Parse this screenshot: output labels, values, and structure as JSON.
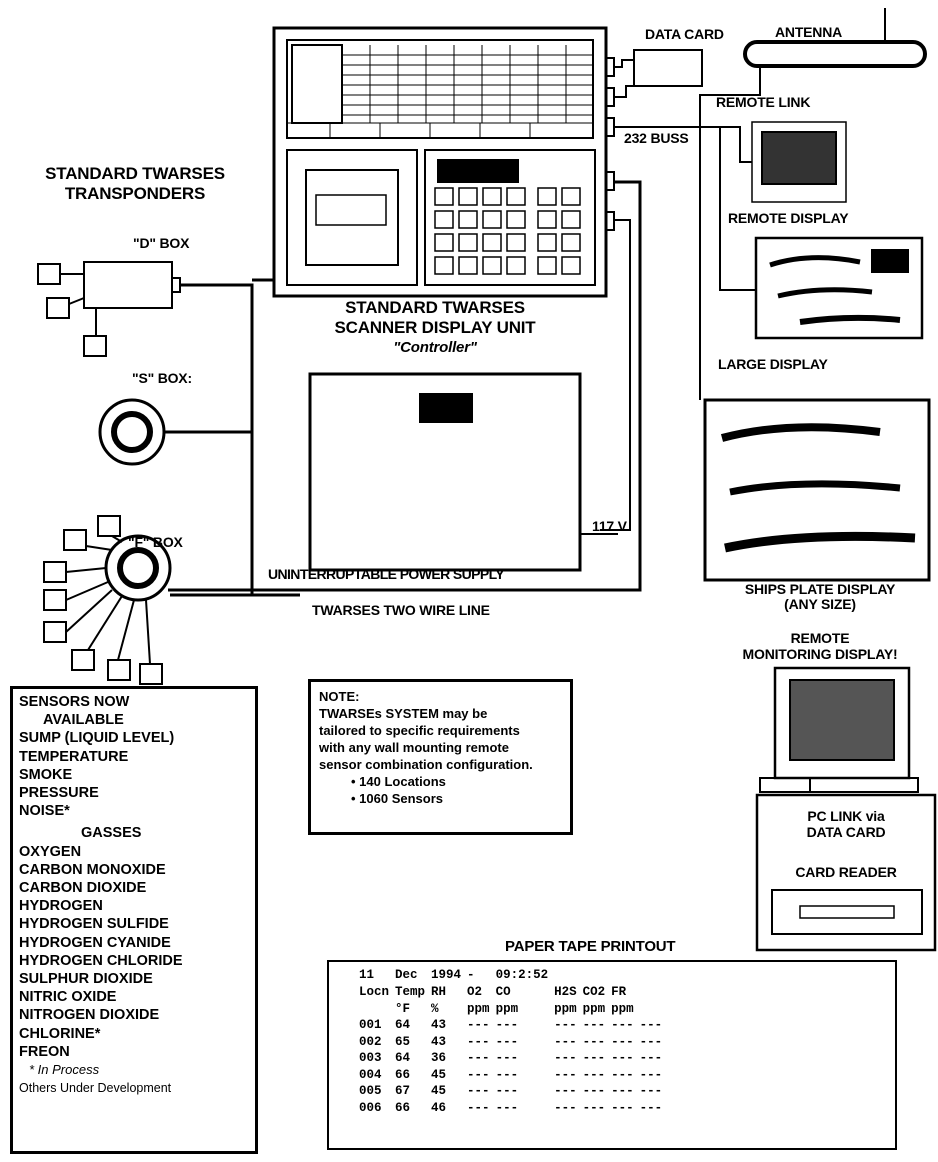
{
  "top_labels": {
    "data_card": "DATA CARD",
    "antenna": "ANTENNA",
    "remote_link": "REMOTE LINK",
    "bus_232": "232 BUSS",
    "remote_display": "REMOTE DISPLAY",
    "large_display": "LARGE DISPLAY",
    "ships_plate_display": [
      "SHIPS PLATE DISPLAY",
      "(ANY SIZE)"
    ],
    "remote_monitoring_display": [
      "REMOTE",
      "MONITORING DISPLAY!"
    ],
    "pc_link": [
      "PC LINK via",
      "DATA CARD"
    ],
    "card_reader": "CARD READER"
  },
  "transponders": {
    "title": [
      "STANDARD TWARSES",
      "TRANSPONDERS"
    ],
    "d_box": "\"D\" BOX",
    "s_box": "\"S\" BOX:",
    "f_box": "\"F\" BOX"
  },
  "scanner": {
    "title": [
      "STANDARD TWARSES",
      "SCANNER DISPLAY UNIT"
    ],
    "subtitle": "\"Controller\""
  },
  "ups": {
    "label": "UNINTERRUPTABLE POWER SUPPLY",
    "voltage": "117 V"
  },
  "two_wire_line": "TWARSES TWO WIRE LINE",
  "sensors": {
    "header": [
      "SENSORS NOW",
      "AVAILABLE"
    ],
    "items": [
      "SUMP (LIQUID LEVEL)",
      "TEMPERATURE",
      "SMOKE",
      "PRESSURE",
      "NOISE*"
    ],
    "gasses_header": "GASSES",
    "gasses": [
      "OXYGEN",
      "CARBON MONOXIDE",
      "CARBON DIOXIDE",
      "HYDROGEN",
      "HYDROGEN SULFIDE",
      "HYDROGEN CYANIDE",
      "HYDROGEN CHLORIDE",
      "SULPHUR DIOXIDE",
      "NITRIC OXIDE",
      "NITROGEN DIOXIDE",
      "CHLORINE*",
      "FREON"
    ],
    "footnote": "* In Process",
    "development": "Others Under Development"
  },
  "note": {
    "title": "NOTE:",
    "lines": [
      "TWARSEs SYSTEM may be",
      "tailored to specific requirements",
      "with any wall mounting remote",
      "sensor combination configuration."
    ],
    "bullets": [
      "• 140 Locations",
      "• 1060 Sensors"
    ]
  },
  "paper_tape": {
    "title": "PAPER TAPE PRINTOUT",
    "date_line": [
      "11",
      "Dec",
      "1994",
      "-",
      "09:2:52"
    ],
    "headers": [
      "Locn",
      "Temp",
      "RH",
      "O2",
      "CO",
      "H2S",
      "CO2",
      "FR",
      ""
    ],
    "units": [
      "",
      "°F",
      "%",
      "ppm",
      "ppm",
      "ppm",
      "ppm",
      "ppm",
      ""
    ],
    "rows": [
      [
        "001",
        "64",
        "43",
        "---",
        "---",
        "---",
        "---",
        "---",
        "---"
      ],
      [
        "002",
        "65",
        "43",
        "---",
        "---",
        "---",
        "---",
        "---",
        "---"
      ],
      [
        "003",
        "64",
        "36",
        "---",
        "---",
        "---",
        "---",
        "---",
        "---"
      ],
      [
        "004",
        "66",
        "45",
        "---",
        "---",
        "---",
        "---",
        "---",
        "---"
      ],
      [
        "005",
        "67",
        "45",
        "---",
        "---",
        "---",
        "---",
        "---",
        "---"
      ],
      [
        "006",
        "66",
        "46",
        "---",
        "---",
        "---",
        "---",
        "---",
        "---"
      ]
    ]
  }
}
